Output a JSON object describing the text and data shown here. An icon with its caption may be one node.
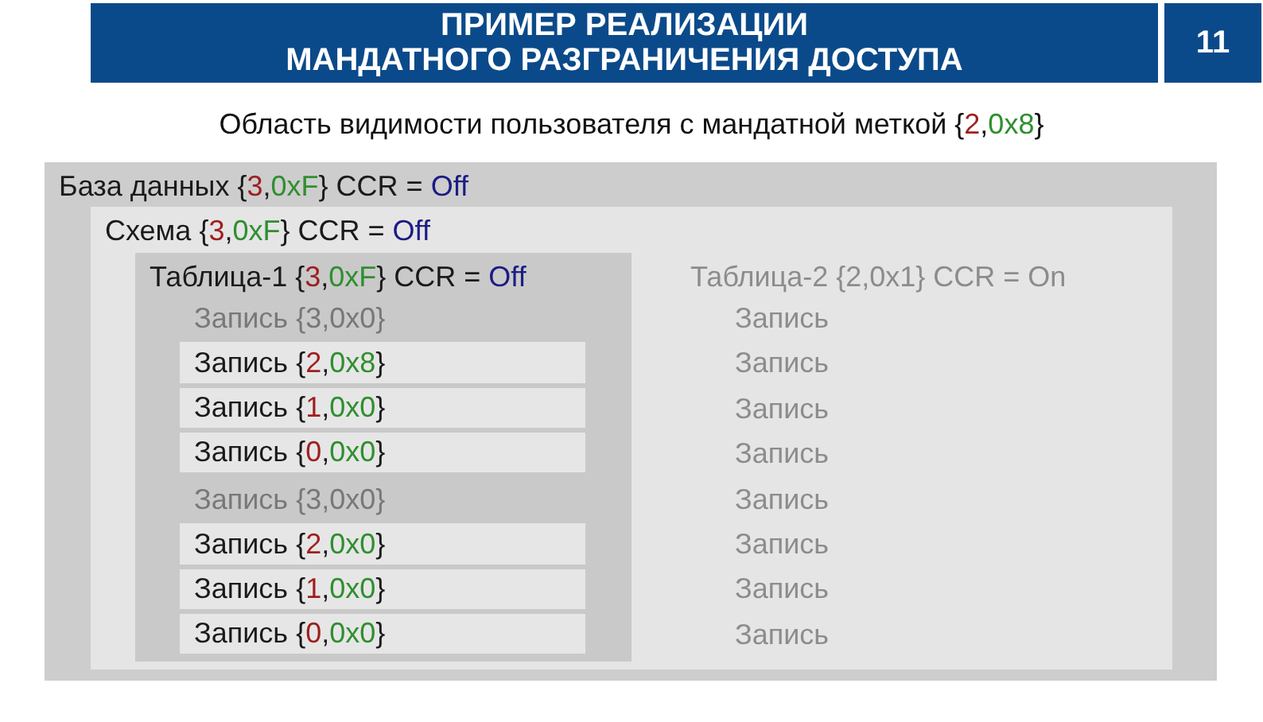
{
  "diagram": {
    "title": "ПРИМЕР РЕАЛИЗАЦИИ МАНДАТНОГО РАЗГРАНИЧЕНИЯ ДОСТУПА",
    "nodes": [
      {
        "text": [
          "База данных {3,0xF} CCR = Off"
        ]
      },
      {
        "text": [
          "Схема {3,0xF} CCR = Off"
        ],
        "in": 0
      },
      {
        "text": [
          "Таблица-1 {3,0xF} CCR = Off"
        ],
        "in": 1
      },
      {
        "text": [
          "Запись {2,0x8}"
        ],
        "in": 2
      },
      {
        "text": [
          "Запись {1,0x0}"
        ],
        "in": 2
      },
      {
        "text": [
          "Запись {0,0x0}"
        ],
        "in": 2
      },
      {
        "text": [
          "Запись {2,0x0}"
        ],
        "in": 2
      },
      {
        "text": [
          "Запись {1,0x0}"
        ],
        "in": 2
      },
      {
        "text": [
          "Запись {0,0x0}"
        ],
        "in": 2
      }
    ],
    "labels": [
      "11",
      "Область видимости пользователя с мандатной меткой {2,0x8}",
      "Запись {3,0x0}",
      "Запись {3,0x0}",
      "Таблица-2 {2,0x1} CCR = On",
      "Запись",
      "Запись",
      "Запись",
      "Запись",
      "Запись",
      "Запись",
      "Запись",
      "Запись"
    ]
  }
}
